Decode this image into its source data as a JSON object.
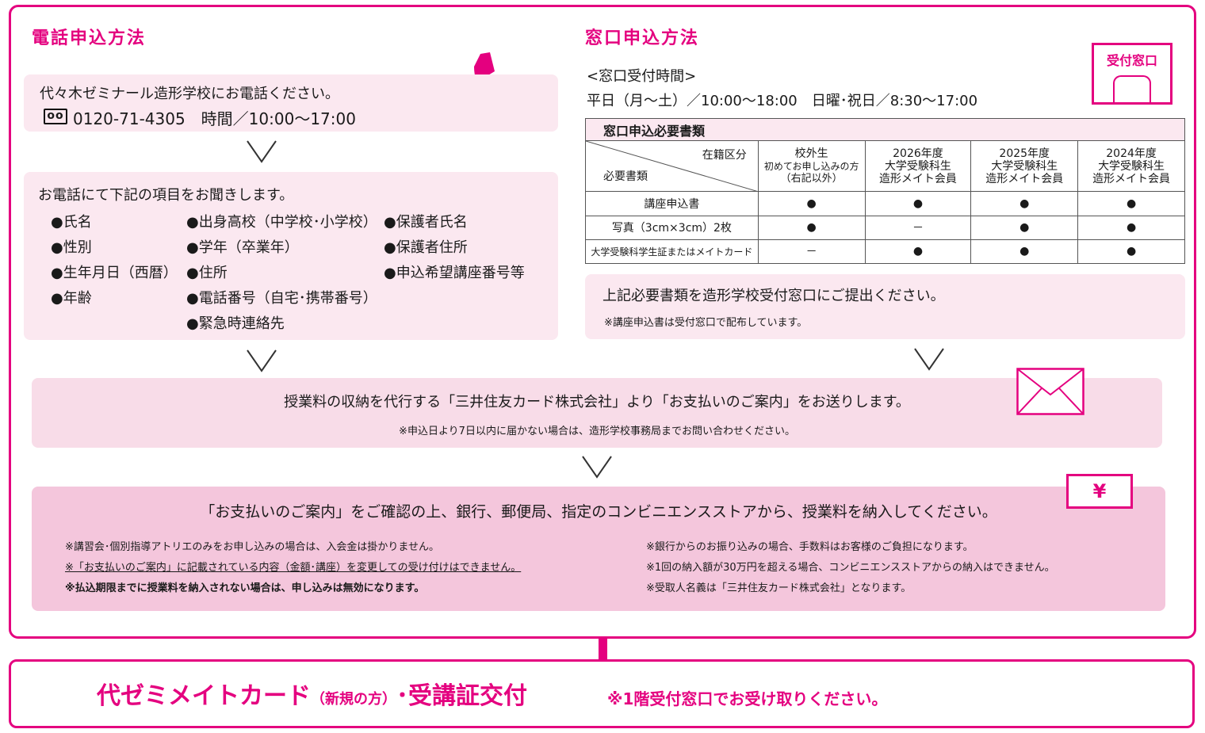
{
  "phone": {
    "title": "電話申込方法",
    "call_line": "代々木ゼミナール造形学校にお電話ください。",
    "free_dial_icon": "oo",
    "number_hours": "0120-71-4305　時間／10:00〜17:00",
    "items_intro": "お電話にて下記の項目をお聞きします。",
    "items_col1": [
      "●氏名",
      "●性別",
      "●生年月日（西暦）",
      "●年齢"
    ],
    "items_col2": [
      "●出身高校（中学校･小学校）",
      "●学年（卒業年）",
      "●住所",
      "●電話番号（自宅･携帯番号）",
      "●緊急時連絡先"
    ],
    "items_col3": [
      "●保護者氏名",
      "●保護者住所",
      "●申込希望講座番号等"
    ]
  },
  "counter": {
    "title": "窓口申込方法",
    "hours_label": "<窓口受付時間>",
    "hours": "平日（月〜土）／10:00〜18:00　日曜･祝日／8:30〜17:00",
    "sign": "受付窓口",
    "table": {
      "caption": "窓口申込必要書類",
      "corner_top": "在籍区分",
      "corner_bottom": "必要書類",
      "col1": [
        "校外生",
        "初めてお申し込みの方",
        "（右記以外）"
      ],
      "col2": [
        "2026年度",
        "大学受験科生",
        "造形メイト会員"
      ],
      "col3": [
        "2025年度",
        "大学受験科生",
        "造形メイト会員"
      ],
      "col4": [
        "2024年度",
        "大学受験科生",
        "造形メイト会員"
      ],
      "rows": [
        {
          "label": "講座申込書",
          "cells": [
            "●",
            "●",
            "●",
            "●"
          ]
        },
        {
          "label": "写真（3cm×3cm）2枚",
          "cells": [
            "●",
            "－",
            "●",
            "●"
          ]
        },
        {
          "label": "大学受験科学生証またはメイトカード",
          "cells": [
            "－",
            "●",
            "●",
            "●"
          ]
        }
      ]
    },
    "submit_line": "上記必要書類を造形学校受付窓口にご提出ください。",
    "submit_note": "※講座申込書は受付窓口で配布しています。"
  },
  "mail": {
    "line": "授業料の収納を代行する「三井住友カード株式会社」より「お支払いのご案内」をお送りします。",
    "note": "※申込日より7日以内に届かない場合は、造形学校事務局までお問い合わせください。"
  },
  "pay": {
    "yen": "¥",
    "line": "「お支払いのご案内」をご確認の上、銀行、郵便局、指定のコンビニエンスストアから、授業料を納入してください。",
    "notes_left": [
      "※講習会･個別指導アトリエのみをお申し込みの場合は、入会金は掛かりません。",
      "※「お支払いのご案内」に記載されている内容（金額･講座）を変更しての受け付けはできません。",
      "※払込期限までに授業料を納入されない場合は、申し込みは無効になります。"
    ],
    "notes_right": [
      "※銀行からのお振り込みの場合、手数料はお客様のご負担になります。",
      "※1回の納入額が30万円を超える場合、コンビニエンスストアからの納入はできません。",
      "※受取人名義は「三井住友カード株式会社」となります。"
    ]
  },
  "final": {
    "main1": "代ゼミメイトカード",
    "small": "（新規の方）",
    "main2": "･受講証交付",
    "note": "※1階受付窓口でお受け取りください。"
  },
  "colors": {
    "accent": "#e4007f",
    "light_pink": "#fbe8f0",
    "mid_pink": "#f8dce8",
    "dark_pink": "#f4c6dc"
  }
}
